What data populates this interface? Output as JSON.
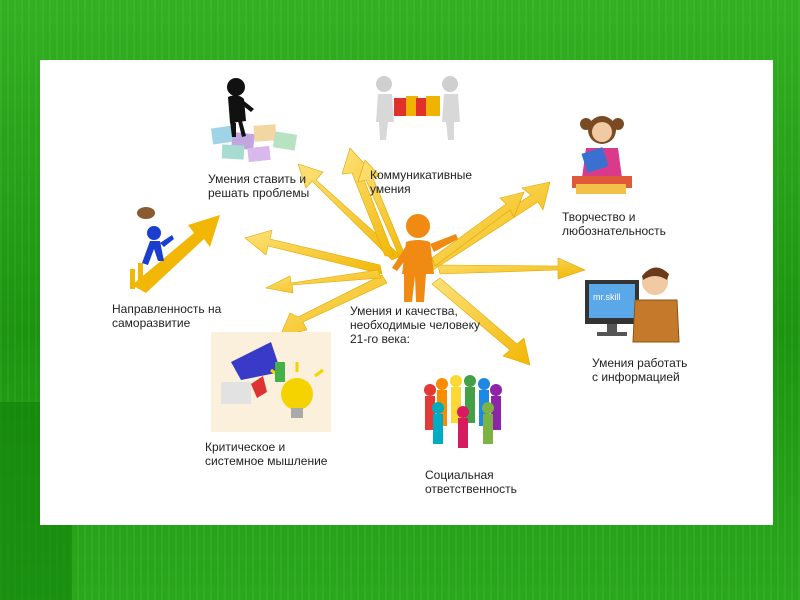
{
  "center": {
    "text": "Умения и качества,\nнеобходимые человеку\n21-го века:"
  },
  "skills": [
    {
      "text": "Умения ставить и\nрешать проблемы",
      "icon": "puzzle-woman-icon"
    },
    {
      "text": "Коммуникативные\nумения",
      "icon": "puzzle-people-icon"
    },
    {
      "text": "Творчество и\nлюбознательность",
      "icon": "reading-girl-icon"
    },
    {
      "text": "Направленность на\nсаморазвитие",
      "icon": "climbing-arrow-icon"
    },
    {
      "text": "Умения работать\nс информацией",
      "icon": "computer-user-icon"
    },
    {
      "text": "Критическое и\nсистемное мышление",
      "icon": "lightbulb-icon"
    },
    {
      "text": "Социальная\nответственность",
      "icon": "people-circle-icon"
    }
  ],
  "monitor_text": "mr.skill",
  "colors": {
    "background": "#1f9a12",
    "panel": "#ffffff",
    "arrow": "#f7c51a",
    "figure": "#f08a12"
  }
}
